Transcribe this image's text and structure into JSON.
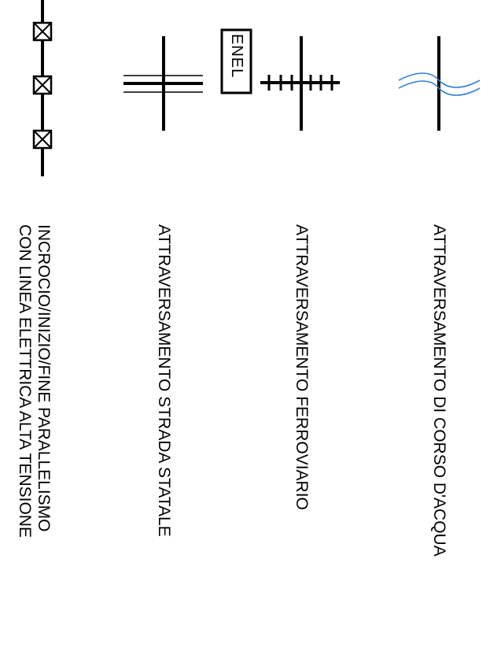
{
  "legend": {
    "items": [
      {
        "id": "corso-acqua",
        "label": "ATTRAVERSAMENTO DI CORSO D'ACQUA",
        "symbol": "water-crossing",
        "color": "#2f7fd9"
      },
      {
        "id": "ferroviario",
        "label": "ATTRAVERSAMENTO FERROVIARIO",
        "symbol": "railway-crossing",
        "color": "#000000"
      },
      {
        "id": "strada-statale",
        "label": "ATTRAVERSAMENTO STRADA STATALE",
        "symbol": "road-crossing",
        "color": "#000000"
      },
      {
        "id": "linea-elettrica",
        "label_lines": [
          "INCROCIO/INIZIO/FINE PARALLELISMO",
          "CON LINEA ELETTRICA ALTA TENSIONE"
        ],
        "symbol": "power-line",
        "color": "#000000"
      }
    ],
    "enel_box_text": "ENEL"
  }
}
